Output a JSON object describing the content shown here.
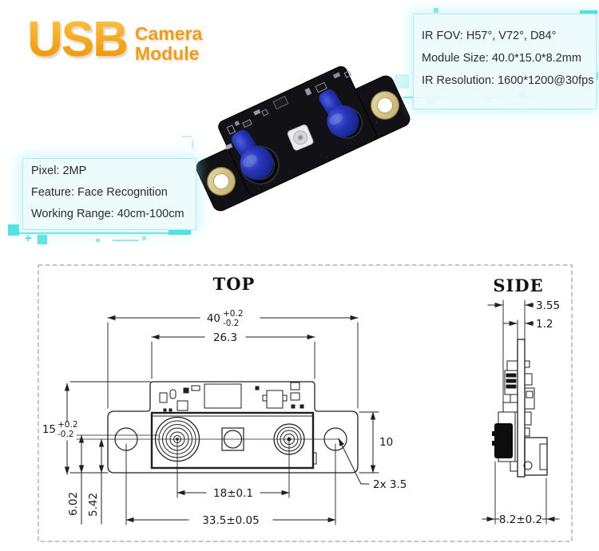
{
  "logo": {
    "usb": "USB",
    "line1": "Camera",
    "line2": "Module"
  },
  "specs_right": {
    "items": [
      "IR FOV: H57°, V72°, D84°",
      "Module Size: 40.0*15.0*8.2mm",
      "IR Resolution: 1600*1200@30fps"
    ]
  },
  "specs_left": {
    "items": [
      "Pixel: 2MP",
      "Feature: Face Recognition",
      "Working Range: 40cm-100cm"
    ]
  },
  "drawing": {
    "top_view_label": "TOP",
    "side_view_label": "SIDE",
    "dims": {
      "width_nominal": "40",
      "width_tol_plus": "+0.2",
      "width_tol_minus": "-0.2",
      "inner_width": "26.3",
      "height_nominal": "15",
      "height_tol_plus": "+0.2",
      "height_tol_minus": "-0.2",
      "tab_height": "10",
      "lens_spacing": "18±0.1",
      "hole_spacing": "33.5±0.05",
      "hole_note": "2x  3.5",
      "offset_a": "6.02",
      "offset_b": "5.42",
      "side_top_thickness": "3.55",
      "side_pcb_thickness": "1.2",
      "side_overall": "8.2±0.2"
    }
  },
  "colors": {
    "logo_orange": "#f59c16",
    "accent_cyan": "#3fe0e0",
    "lens_blue": "#2433b2",
    "pcb_black": "#111116",
    "ink": "#1f1f1f"
  }
}
